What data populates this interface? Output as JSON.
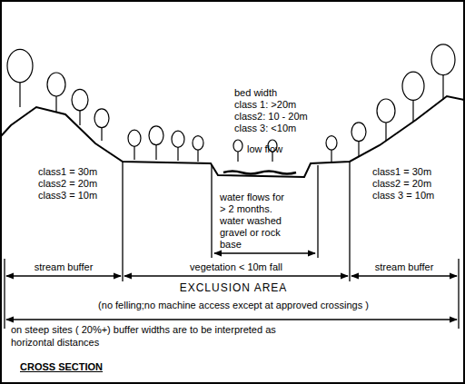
{
  "diagram": {
    "caption": "CROSS SECTION",
    "labels": [
      "bed width",
      "class 1: >20m",
      "class2: 10 - 20m",
      "class 3: <10m",
      "low flow",
      "class1 = 30m",
      "class2 = 20m",
      "class3 = 10m",
      "water flows for",
      "> 2 months.",
      "water washed",
      "gravel or rock",
      "base",
      "class1 = 30m",
      "class2 = 20m",
      "class 3 = 10m",
      "stream buffer",
      "vegetation < 10m fall",
      "stream buffer",
      "EXCLUSION AREA",
      "(no felling;no machine access except at approved crossings )",
      "on steep sites ( 20%+) buffer widths are to be interpreted as",
      "horizontal distances"
    ]
  }
}
